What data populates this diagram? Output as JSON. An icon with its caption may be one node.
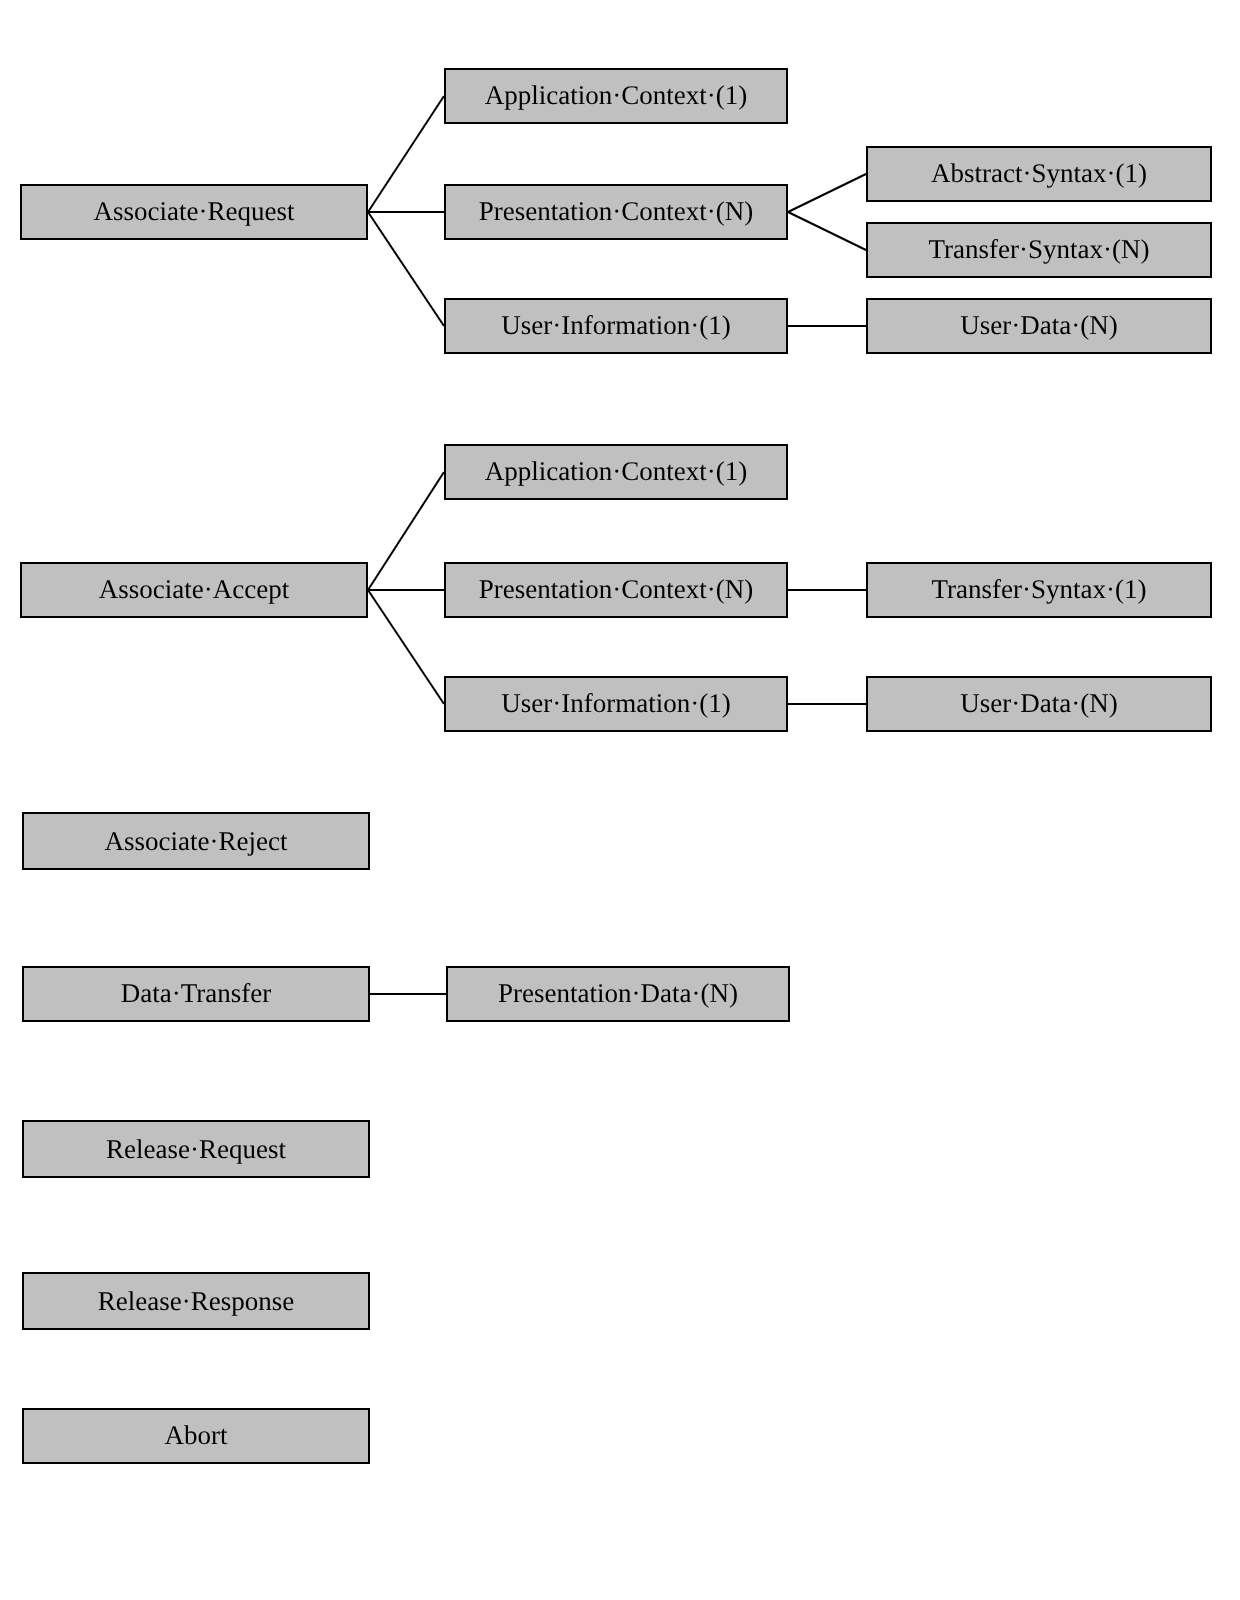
{
  "diagram": {
    "nodes": [
      {
        "text": [
          "Associate·Request"
        ]
      },
      {
        "text": [
          "Application·Context·(1)"
        ]
      },
      {
        "text": [
          "Presentation·Context·(N)"
        ]
      },
      {
        "text": [
          "Abstract·Syntax·(1)"
        ]
      },
      {
        "text": [
          "Transfer·Syntax·(N)"
        ]
      },
      {
        "text": [
          "User·Information·(1)"
        ]
      },
      {
        "text": [
          "User·Data·(N)"
        ]
      },
      {
        "text": [
          "Associate·Accept"
        ]
      },
      {
        "text": [
          "Application·Context·(1)"
        ]
      },
      {
        "text": [
          "Presentation·Context·(N)"
        ]
      },
      {
        "text": [
          "Transfer·Syntax·(1)"
        ]
      },
      {
        "text": [
          "User·Information·(1)"
        ]
      },
      {
        "text": [
          "User·Data·(N)"
        ]
      },
      {
        "text": [
          "Associate·Reject"
        ]
      },
      {
        "text": [
          "Data·Transfer"
        ]
      },
      {
        "text": [
          "Presentation·Data·(N)"
        ]
      },
      {
        "text": [
          "Release·Request"
        ]
      },
      {
        "text": [
          "Release·Response"
        ]
      },
      {
        "text": [
          "Abort"
        ]
      }
    ],
    "edges": [
      {
        "from": 0,
        "to": 1,
        "arrow": "none"
      },
      {
        "from": 0,
        "to": 2,
        "arrow": "none"
      },
      {
        "from": 0,
        "to": 5,
        "arrow": "none"
      },
      {
        "from": 2,
        "to": 3,
        "arrow": "none"
      },
      {
        "from": 2,
        "to": 4,
        "arrow": "none"
      },
      {
        "from": 5,
        "to": 6,
        "arrow": "none"
      },
      {
        "from": 7,
        "to": 8,
        "arrow": "none"
      },
      {
        "from": 7,
        "to": 9,
        "arrow": "none"
      },
      {
        "from": 7,
        "to": 11,
        "arrow": "none"
      },
      {
        "from": 9,
        "to": 10,
        "arrow": "none"
      },
      {
        "from": 11,
        "to": 12,
        "arrow": "none"
      },
      {
        "from": 14,
        "to": 15,
        "arrow": "none"
      }
    ]
  }
}
